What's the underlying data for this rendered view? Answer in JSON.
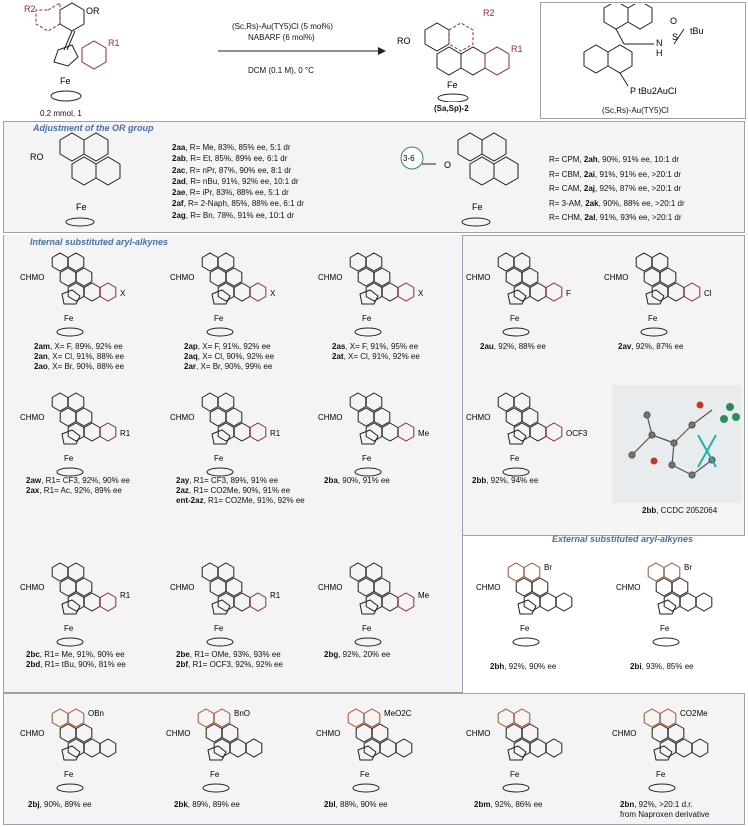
{
  "scheme": {
    "reactant_label": "0.2 mmol, 1",
    "reactant_substituents": {
      "r2": "R2",
      "or": "OR",
      "r1": "R1",
      "fe": "Fe"
    },
    "conditions": {
      "catalyst": "(Sc,Rs)-Au(TY5)Cl (5 mol%)",
      "additive": "NABARF (6 mol%)",
      "solvent": "DCM (0.1 M), 0 °C"
    },
    "product_label": "(Sa,Sp)-2",
    "product_substituents": {
      "ro": "RO",
      "r1": "R1",
      "r2": "R2",
      "fe": "Fe"
    },
    "catalyst_structure_label": "(Sc,Rs)-Au(TY5)Cl",
    "catalyst_groups": {
      "so": "S",
      "o": "O",
      "nh": "N",
      "h": "H",
      "tbu": "tBu",
      "gold": "P tBu2AuCl"
    }
  },
  "section1": {
    "title": "Adjustment of the OR group",
    "left_label": "RO",
    "ring_label": "3-6",
    "o_label": "O",
    "left_list": [
      {
        "id": "2aa",
        "text": ", R= Me, 83%, 85% ee, 5:1 dr"
      },
      {
        "id": "2ab",
        "text": ", R= Et, 85%, 89% ee, 6:1 dr"
      },
      {
        "id": "2ac",
        "text": ", R= nPr, 87%, 90% ee, 8:1 dr"
      },
      {
        "id": "2ad",
        "text": ", R= nBu, 91%, 92% ee, 10:1 dr"
      },
      {
        "id": "2ae",
        "text": ", R= iPr, 83%, 88% ee, 5:1 dr"
      },
      {
        "id": "2af",
        "text": ", R= 2-Naph, 85%, 88% ee, 6:1 dr"
      },
      {
        "id": "2ag",
        "text": ", R= Bn, 78%, 91% ee, 10:1 dr"
      }
    ],
    "right_list": [
      {
        "pre": "R= CPM, ",
        "id": "2ah",
        "text": ", 90%, 91% ee, 10:1 dr"
      },
      {
        "pre": "R= CBM, ",
        "id": "2ai",
        "text": ", 91%, 91% ee, >20:1 dr"
      },
      {
        "pre": "R= CAM, ",
        "id": "2aj",
        "text": ", 92%, 87% ee, >20:1 dr"
      },
      {
        "pre": "R= 3-AM, ",
        "id": "2ak",
        "text": ", 90%, 88% ee, >20:1 dr"
      },
      {
        "pre": "R= CHM, ",
        "id": "2al",
        "text": ", 91%, 93% ee, >20:1 dr"
      }
    ]
  },
  "section2": {
    "title": "Internal substituted aryl-alkynes",
    "row1": [
      {
        "sub": "X",
        "lines": [
          {
            "id": "2am",
            "t": ", X= F, 89%, 92% ee"
          },
          {
            "id": "2an",
            "t": ", X= Cl, 91%, 88% ee"
          },
          {
            "id": "2ao",
            "t": ", X= Br, 90%, 88% ee"
          }
        ]
      },
      {
        "sub": "X",
        "lines": [
          {
            "id": "2ap",
            "t": ", X= F, 91%, 92% ee"
          },
          {
            "id": "2aq",
            "t": ", X= Cl, 90%, 92% ee"
          },
          {
            "id": "2ar",
            "t": ", X= Br, 90%, 99% ee"
          }
        ]
      },
      {
        "sub": "X",
        "lines": [
          {
            "id": "2as",
            "t": ", X= F, 91%, 95% ee"
          },
          {
            "id": "2at",
            "t": ", X= Cl, 91%, 92% ee"
          }
        ]
      },
      {
        "sub": "F",
        "lines": [
          {
            "id": "2au",
            "t": ", 92%, 88% ee"
          }
        ]
      },
      {
        "sub": "Cl",
        "lines": [
          {
            "id": "2av",
            "t": ", 92%, 87% ee"
          }
        ]
      }
    ],
    "row2": [
      {
        "sub": "R1",
        "lines": [
          {
            "id": "2aw",
            "t": ", R1= CF3, 92%, 90% ee"
          },
          {
            "id": "2ax",
            "t": ", R1= Ac, 92%, 89% ee"
          }
        ]
      },
      {
        "sub": "R1",
        "lines": [
          {
            "id": "2ay",
            "t": ", R1= CF3, 89%, 91% ee"
          },
          {
            "id": "2az",
            "t": ", R1= CO2Me, 90%, 91% ee"
          },
          {
            "id": "ent-2az",
            "t": ", R1= CO2Me, 91%, 92% ee"
          }
        ]
      },
      {
        "sub": "Me",
        "lines": [
          {
            "id": "2ba",
            "t": ", 90%, 91% ee"
          }
        ]
      },
      {
        "sub": "OCF3",
        "lines": [
          {
            "id": "2bb",
            "t": ", 92%, 94% ee"
          }
        ]
      },
      {
        "sub": "",
        "lines": [
          {
            "id": "2bb",
            "t": ", CCDC 2052064"
          }
        ]
      }
    ],
    "row3": [
      {
        "sub": "R1",
        "lines": [
          {
            "id": "2bc",
            "t": ", R1= Me, 91%, 90% ee"
          },
          {
            "id": "2bd",
            "t": ", R1= tBu, 90%, 81% ee"
          }
        ]
      },
      {
        "sub": "R1",
        "lines": [
          {
            "id": "2be",
            "t": ", R1= OMe, 93%, 93% ee"
          },
          {
            "id": "2bf",
            "t": ", R1= OCF3, 92%, 92% ee"
          }
        ]
      },
      {
        "sub": "Me",
        "lines": [
          {
            "id": "2bg",
            "t": ", 92%, 20% ee"
          }
        ]
      }
    ],
    "cho_label": "CHMO",
    "fe": "Fe"
  },
  "section3": {
    "title": "External substituted aryl-alkynes",
    "top": [
      {
        "sub": "Br",
        "lines": [
          {
            "id": "2bh",
            "t": ", 92%, 90% ee"
          }
        ]
      },
      {
        "sub": "Br",
        "lines": [
          {
            "id": "2bi",
            "t": ", 93%, 85% ee"
          }
        ]
      }
    ],
    "bottom": [
      {
        "sub": "OBn",
        "lines": [
          {
            "id": "2bj",
            "t": ", 90%, 89% ee"
          }
        ]
      },
      {
        "sub": "BnO",
        "lines": [
          {
            "id": "2bk",
            "t": ", 89%, 89% ee"
          }
        ]
      },
      {
        "sub": "MeO2C",
        "lines": [
          {
            "id": "2bl",
            "t": ", 88%, 90% ee"
          }
        ]
      },
      {
        "sub": "",
        "lines": [
          {
            "id": "2bm",
            "t": ", 92%, 86% ee"
          }
        ]
      },
      {
        "sub": "CO2Me",
        "lines": [
          {
            "id": "2bn",
            "t": ", 92%, >20:1 d.r."
          },
          {
            "id": "",
            "t": "from Naproxen derivative"
          }
        ]
      }
    ]
  },
  "colors": {
    "frame": "#9aa3ad",
    "panel_bg": "#f4f4f4",
    "title_blue": "#4a6fa5",
    "bond": "#222222",
    "accent_maroon": "#8b2a4a",
    "accent_orange": "#a0522d",
    "accent_green": "#2e8b57",
    "accent_cyan": "#20b2aa"
  }
}
